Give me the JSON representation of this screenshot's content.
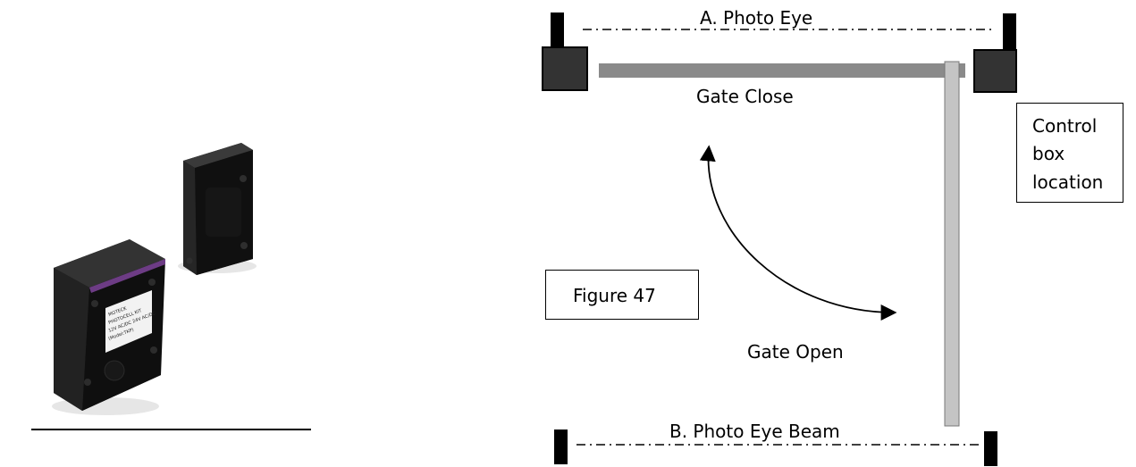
{
  "labels": {
    "photo_eye_a": "A. Photo Eye",
    "photo_eye_b": "B. Photo Eye Beam",
    "gate_close": "Gate Close",
    "gate_open": "Gate Open",
    "figure": "Figure 47",
    "control_box": [
      "Control",
      "box",
      "location"
    ]
  },
  "product_label_lines": [
    "MOTECK",
    "PHOTOCELL KIT",
    "12V AC/DC 24V AC/DC",
    "(Model:TKP)"
  ],
  "colors": {
    "sensor_block": "#333333",
    "post": "#000000",
    "gate_bar_closed": "#8a8a8a",
    "gate_bar_open": "#c4c4c4",
    "housing": "#1b1b1b"
  }
}
